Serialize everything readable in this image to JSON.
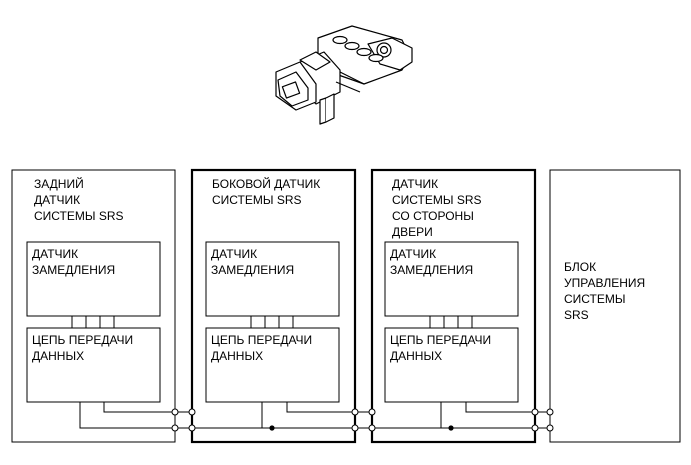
{
  "blocks": {
    "rear_sensor": {
      "title": [
        "ЗАДНИЙ",
        "ДАТЧИК",
        "СИСТЕМЫ SRS"
      ],
      "decel": [
        "ДАТЧИК",
        "ЗАМЕДЛЕНИЯ"
      ],
      "transfer": [
        "ЦЕПЬ ПЕРЕДАЧИ",
        "ДАННЫХ"
      ]
    },
    "side_sensor": {
      "title": [
        "БОКОВОЙ ДАТЧИК",
        "СИСТЕМЫ SRS"
      ],
      "decel": [
        "ДАТЧИК",
        "ЗАМЕДЛЕНИЯ"
      ],
      "transfer": [
        "ЦЕПЬ ПЕРЕДАЧИ",
        "ДАННЫХ"
      ]
    },
    "door_sensor": {
      "title": [
        "ДАТЧИК",
        "СИСТЕМЫ SRS",
        "СО СТОРОНЫ",
        "ДВЕРИ"
      ],
      "decel": [
        "ДАТЧИК",
        "ЗАМЕДЛЕНИЯ"
      ],
      "transfer": [
        "ЦЕПЬ ПЕРЕДАЧИ",
        "ДАННЫХ"
      ]
    },
    "control_unit": {
      "title": [
        "БЛОК",
        "УПРАВЛЕНИЯ",
        "СИСТЕМЫ",
        "SRS"
      ]
    }
  }
}
